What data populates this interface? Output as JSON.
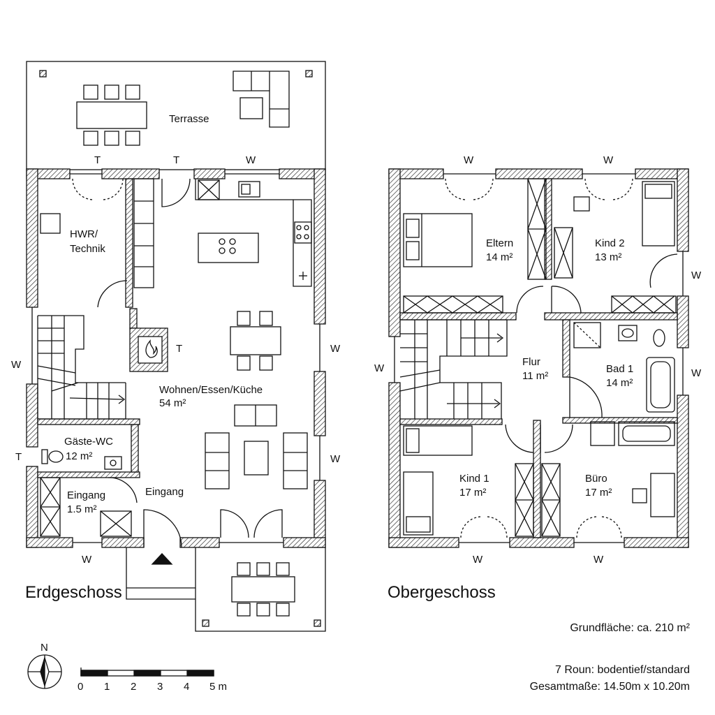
{
  "floors": {
    "ground": {
      "title": "Erdgeschoss",
      "rooms": {
        "terrace": "Terrasse",
        "hwr_line1": "HWR/",
        "hwr_line2": "Technik",
        "living_name": "Wohnen/Essen/Küche",
        "living_area": "54 m²",
        "wc_name": "Gäste-WC",
        "wc_area": "12 m²",
        "entry_name": "Eingang",
        "entry_area": "1.5 m²",
        "entry_label": "Eingang"
      }
    },
    "upper": {
      "title": "Obergeschoss",
      "rooms": {
        "eltern_name": "Eltern",
        "eltern_area": "14 m²",
        "kind2_name": "Kind 2",
        "kind2_area": "13 m²",
        "flur_name": "Flur",
        "flur_area": "11 m²",
        "bad_name": "Bad 1",
        "bad_area": "14 m²",
        "kind1_name": "Kind 1",
        "kind1_area": "17 m²",
        "buero_name": "Büro",
        "buero_area": "17 m²"
      }
    }
  },
  "marks": {
    "door": "T",
    "window": "W"
  },
  "info": {
    "area": "Grundfläche: ca. 210 m²",
    "rooms": "7 Roun: bodentief/standard",
    "dimensions": "Gesamtmaße: 14.50m x 10.20m"
  },
  "compass": {
    "north": "N"
  },
  "scale_bar": {
    "labels": [
      "0",
      "1",
      "2",
      "3",
      "4",
      "5 m"
    ]
  }
}
